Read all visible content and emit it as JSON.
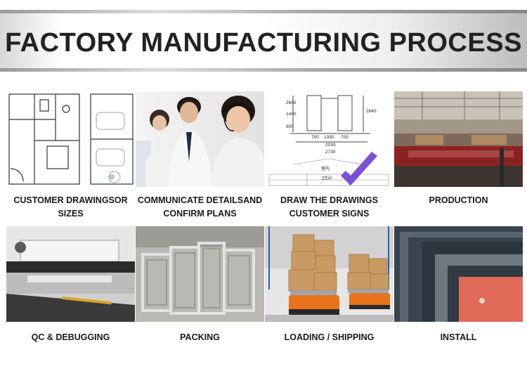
{
  "banner": {
    "title": "FACTORY MANUFACTURING PROCESS"
  },
  "steps": [
    {
      "line1": "CUSTOMER DRAWINGSOR",
      "line2": "SIZES"
    },
    {
      "line1": "COMMUNICATE DETAILSAND",
      "line2": "CONFIRM PLANS"
    },
    {
      "line1": "DRAW THE DRAWINGS",
      "line2": "CUSTOMER SIGNS"
    },
    {
      "line1": "PRODUCTION"
    },
    {
      "line1": "QC & DEBUGGING"
    },
    {
      "line1": "PACKING"
    },
    {
      "line1": "LOADING / SHIPPING"
    },
    {
      "line1": "INSTALL"
    }
  ],
  "drawing": {
    "dims_top": [
      "700",
      "1330",
      "700"
    ],
    "dim_total_1": "2030",
    "dim_total_2": "2730",
    "dims_left": [
      "2640",
      "1440",
      "800"
    ],
    "dim_right": "2640",
    "table_title": "室内",
    "room_label": "卫生间"
  },
  "colors": {
    "checkmark": "#7b4fd8",
    "robot": "#e8731a",
    "frame": "#3a4450"
  }
}
